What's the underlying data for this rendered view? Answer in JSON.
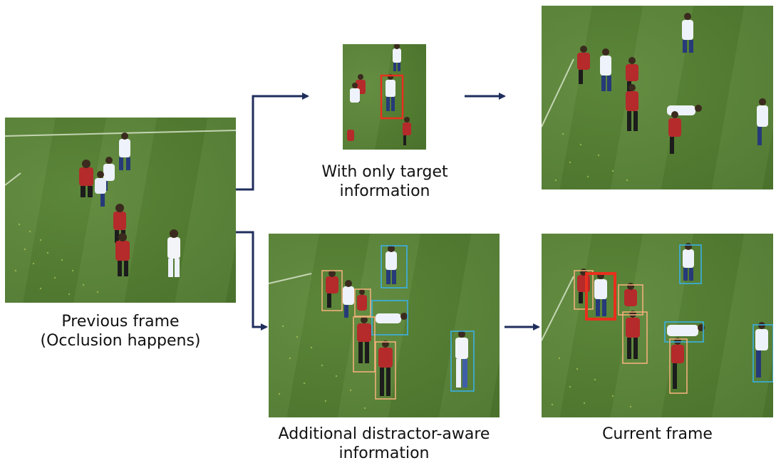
{
  "captions": {
    "previous": [
      "Previous frame",
      "(Occlusion happens)"
    ],
    "target_only": [
      "With only target",
      "information"
    ],
    "distractor": [
      "Additional distractor-aware",
      "information"
    ],
    "current": [
      "Current frame"
    ]
  },
  "colors": {
    "pitch": "#567f35",
    "home_kit": "#b52a2a",
    "away_kit": "#f2f4f8",
    "target_box": "#e8301c",
    "distractor_box_blue": "#3bb0e6",
    "distractor_box_orange": "#f0b07a",
    "arrow": "#1f2e5c"
  }
}
